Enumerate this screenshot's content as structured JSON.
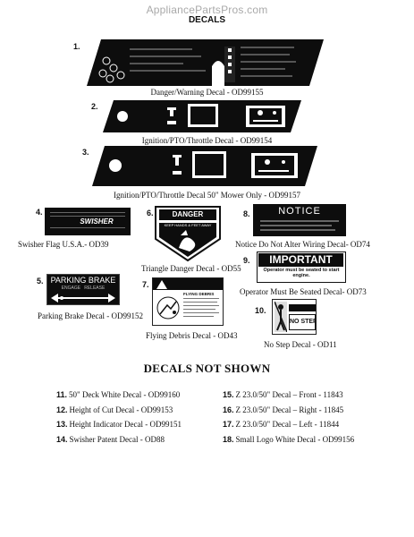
{
  "header": {
    "site": "AppliancePartsPros.com",
    "title": "DECALS"
  },
  "decals": [
    {
      "num": "1.",
      "caption": "Danger/Warning Decal - OD99155"
    },
    {
      "num": "2.",
      "caption": "Ignition/PTO/Throttle Decal - OD99154"
    },
    {
      "num": "3.",
      "caption": "Ignition/PTO/Throttle Decal 50\" Mower Only - OD99157"
    },
    {
      "num": "4.",
      "caption": "Swisher Flag U.S.A.- OD39",
      "label": "SWISHER"
    },
    {
      "num": "6.",
      "caption": "Triangle Danger Decal - OD55",
      "label": "DANGER",
      "sub": "KEEP HANDS & FEET AWAY"
    },
    {
      "num": "8.",
      "caption": "Notice Do Not Alter Wiring Decal- OD74",
      "label": "NOTICE"
    },
    {
      "num": "9.",
      "caption": "Operator Must Be Seated Decal- OD73",
      "label": "IMPORTANT",
      "sub": "Operator must be seated to start engine."
    },
    {
      "num": "5.",
      "caption": "Parking Brake Decal - OD99152",
      "label": "PARKING BRAKE",
      "sub": "ENGAGE   RELEASE"
    },
    {
      "num": "7.",
      "caption": "Flying Debris Decal - OD43",
      "label": "FLYING DEBRIS"
    },
    {
      "num": "10.",
      "caption": "No Step Decal - OD11",
      "label": "NO STEP"
    }
  ],
  "not_shown": {
    "title": "DECALS NOT SHOWN",
    "left": [
      {
        "num": "11.",
        "text": "50\" Deck White Decal - OD99160"
      },
      {
        "num": "12.",
        "text": "Height of Cut Decal - OD99153"
      },
      {
        "num": "13.",
        "text": "Height Indicator Decal - OD99151"
      },
      {
        "num": "14.",
        "text": "Swisher Patent Decal - OD88"
      }
    ],
    "right": [
      {
        "num": "15.",
        "text": "Z 23.0/50\" Decal – Front - 11843"
      },
      {
        "num": "16.",
        "text": "Z 23.0/50\" Decal – Right - 11845"
      },
      {
        "num": "17.",
        "text": "Z 23.0/50\" Decal – Left - 11844"
      },
      {
        "num": "18.",
        "text": "Small Logo White Decal - OD99156"
      }
    ]
  }
}
